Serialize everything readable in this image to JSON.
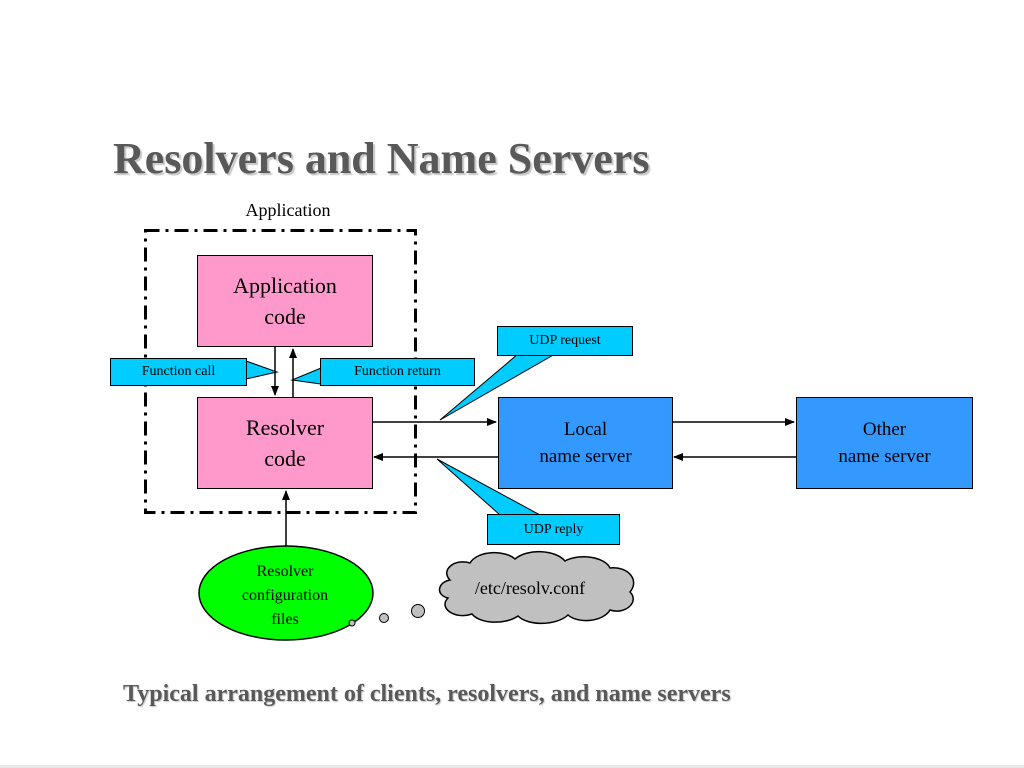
{
  "slide": {
    "title": "Resolvers and Name Servers",
    "caption": "Typical arrangement of clients, resolvers, and name servers"
  },
  "diagram": {
    "application_group_label": "Application",
    "application_code": [
      "Application",
      "code"
    ],
    "resolver_code": [
      "Resolver",
      "code"
    ],
    "local_name_server": [
      "Local",
      "name server"
    ],
    "other_name_server": [
      "Other",
      "name server"
    ],
    "config_files": [
      "Resolver",
      "configuration",
      "files"
    ],
    "config_file_name": "/etc/resolv.conf",
    "callouts": {
      "function_call": "Function call",
      "function_return": "Function return",
      "udp_request": "UDP request",
      "udp_reply": "UDP reply"
    },
    "colors": {
      "code_box": "#ff99cc",
      "server_box": "#3399ff",
      "callout": "#00ccff",
      "config_ellipse": "#00ff00",
      "cloud": "#c0c0c0"
    }
  }
}
